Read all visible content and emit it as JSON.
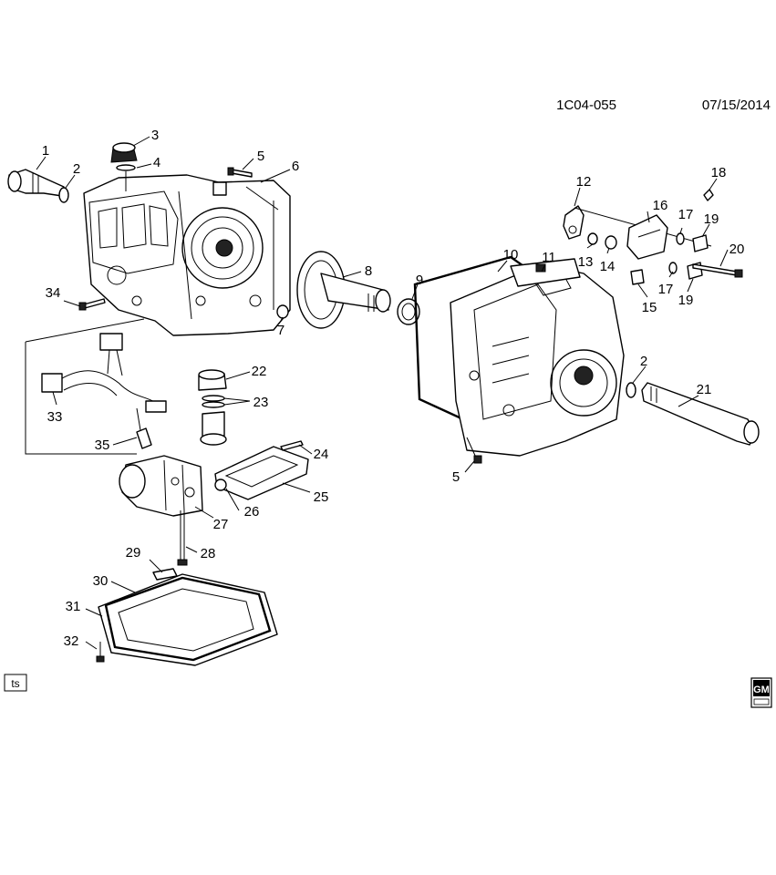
{
  "header": {
    "diagram_id": "1C04-055",
    "date": "07/15/2014"
  },
  "corner_tag": "ts",
  "logo": {
    "text": "GM"
  },
  "callouts": [
    {
      "key": "c1",
      "text": "1"
    },
    {
      "key": "c2a",
      "text": "2"
    },
    {
      "key": "c3",
      "text": "3"
    },
    {
      "key": "c4",
      "text": "4"
    },
    {
      "key": "c5a",
      "text": "5"
    },
    {
      "key": "c6",
      "text": "6"
    },
    {
      "key": "c7",
      "text": "7"
    },
    {
      "key": "c8",
      "text": "8"
    },
    {
      "key": "c9",
      "text": "9"
    },
    {
      "key": "c10",
      "text": "10"
    },
    {
      "key": "c11",
      "text": "11"
    },
    {
      "key": "c12",
      "text": "12"
    },
    {
      "key": "c13",
      "text": "13"
    },
    {
      "key": "c14",
      "text": "14"
    },
    {
      "key": "c15",
      "text": "15"
    },
    {
      "key": "c16",
      "text": "16"
    },
    {
      "key": "c17a",
      "text": "17"
    },
    {
      "key": "c17b",
      "text": "17"
    },
    {
      "key": "c18",
      "text": "18"
    },
    {
      "key": "c19a",
      "text": "19"
    },
    {
      "key": "c19b",
      "text": "19"
    },
    {
      "key": "c20",
      "text": "20"
    },
    {
      "key": "c2b",
      "text": "2"
    },
    {
      "key": "c21",
      "text": "21"
    },
    {
      "key": "c22",
      "text": "22"
    },
    {
      "key": "c23",
      "text": "23"
    },
    {
      "key": "c24",
      "text": "24"
    },
    {
      "key": "c25",
      "text": "25"
    },
    {
      "key": "c26",
      "text": "26"
    },
    {
      "key": "c27",
      "text": "27"
    },
    {
      "key": "c28",
      "text": "28"
    },
    {
      "key": "c29",
      "text": "29"
    },
    {
      "key": "c30",
      "text": "30"
    },
    {
      "key": "c31",
      "text": "31"
    },
    {
      "key": "c32",
      "text": "32"
    },
    {
      "key": "c33",
      "text": "33"
    },
    {
      "key": "c34",
      "text": "34"
    },
    {
      "key": "c35",
      "text": "35"
    },
    {
      "key": "c5b",
      "text": "5"
    }
  ]
}
